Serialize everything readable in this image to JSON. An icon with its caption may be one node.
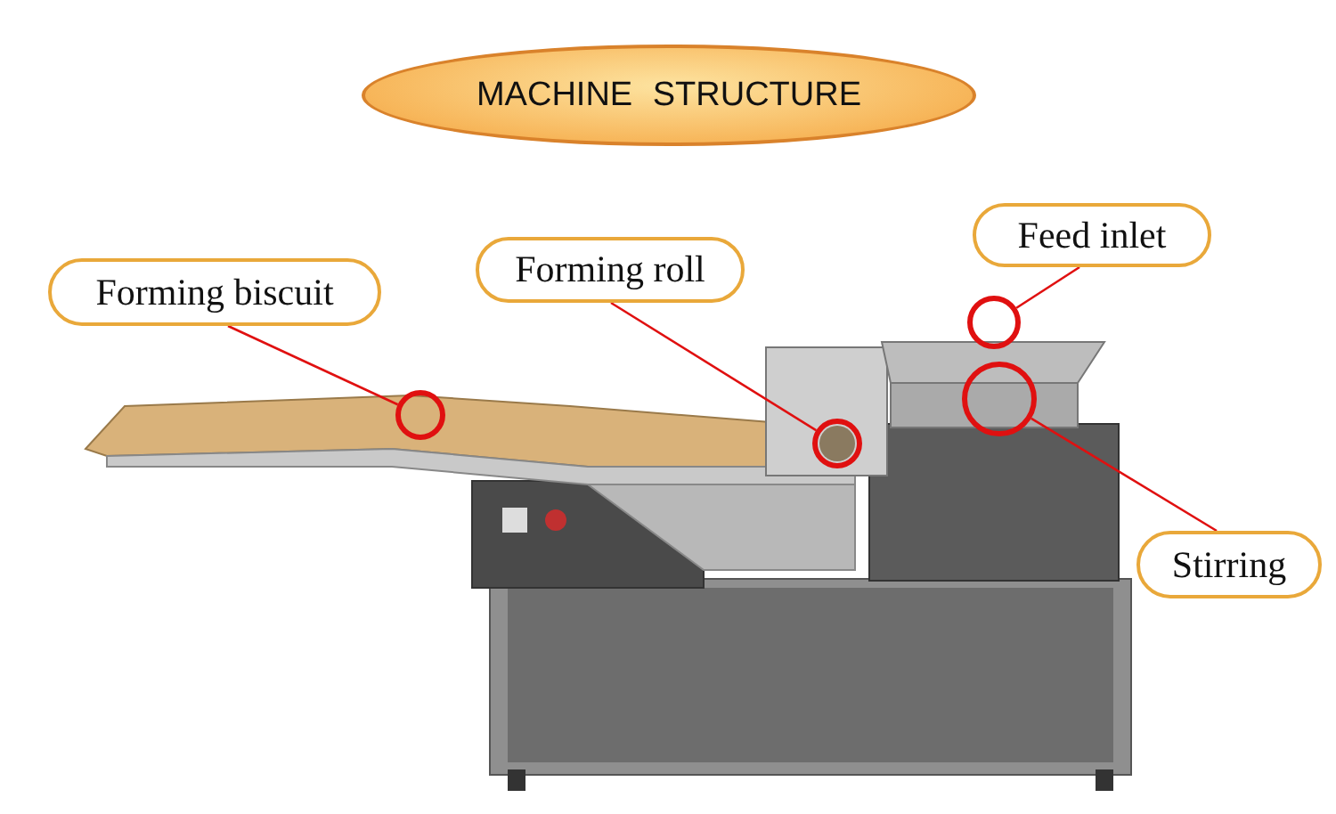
{
  "diagram": {
    "title": "MACHINE STRUCTURE",
    "nodes": [
      {
        "text": [
          "Forming biscuit"
        ]
      },
      {
        "text": [
          "Forming roll"
        ]
      },
      {
        "text": [
          "Feed inlet"
        ]
      },
      {
        "text": [
          "Stirring"
        ]
      },
      {
        "text": [],
        "shape": "circle"
      },
      {
        "text": [],
        "shape": "circle"
      },
      {
        "text": [],
        "shape": "circle"
      },
      {
        "text": [],
        "shape": "circle"
      }
    ],
    "edges": [
      {
        "from": 0,
        "to": 4,
        "arrow": "none"
      },
      {
        "from": 1,
        "to": 5,
        "arrow": "none"
      },
      {
        "from": 2,
        "to": 6,
        "arrow": "none"
      },
      {
        "from": 3,
        "to": 7,
        "arrow": "none"
      }
    ]
  }
}
